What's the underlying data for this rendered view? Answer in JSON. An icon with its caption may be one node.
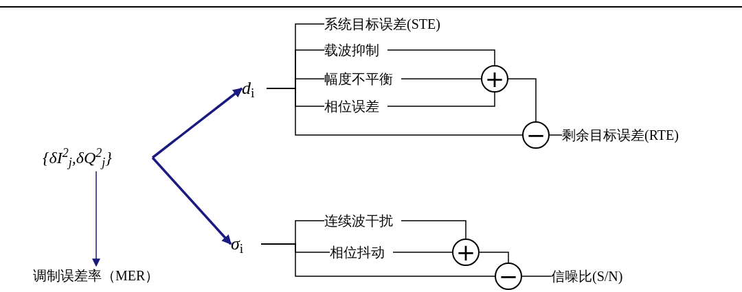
{
  "diagram": {
    "nodes": [
      {
        "text": [
          "{δI$^{2}$$_{j}$,δQ$^{2}$$_{j}$}"
        ]
      },
      {
        "text": [
          "调制误差率（MER）"
        ]
      },
      {
        "text": [
          "*d*$_{i}$"
        ]
      },
      {
        "text": [
          "*σ*$_{i}$"
        ]
      },
      {
        "text": [
          "系统目标误差(STE)"
        ]
      },
      {
        "text": [
          "载波抑制"
        ]
      },
      {
        "text": [
          "幅度不平衡"
        ]
      },
      {
        "text": [
          "相位误差"
        ]
      },
      {
        "text": [
          "+"
        ]
      },
      {
        "text": [
          "−"
        ]
      },
      {
        "text": [
          "剩余目标误差(RTE)"
        ]
      },
      {
        "text": [
          "连续波干扰"
        ]
      },
      {
        "text": [
          "相位抖动"
        ]
      },
      {
        "text": [
          "+"
        ]
      },
      {
        "text": [
          "−"
        ]
      },
      {
        "text": [
          "信噪比(S/N)"
        ]
      }
    ],
    "edges": [
      {
        "from": 0,
        "to": 2,
        "arrow": "to",
        "style": "thick",
        "color": "#1a1a80"
      },
      {
        "from": 0,
        "to": 3,
        "arrow": "to",
        "style": "thick",
        "color": "#1a1a80"
      },
      {
        "from": 0,
        "to": 1,
        "arrow": "to",
        "color": "#1a1a80"
      },
      {
        "from": 2,
        "to": 4,
        "arrow": "none"
      },
      {
        "from": 2,
        "to": 5,
        "arrow": "none"
      },
      {
        "from": 2,
        "to": 6,
        "arrow": "none"
      },
      {
        "from": 2,
        "to": 7,
        "arrow": "none"
      },
      {
        "from": 2,
        "to": 9,
        "arrow": "none"
      },
      {
        "from": 5,
        "to": 8,
        "arrow": "none"
      },
      {
        "from": 6,
        "to": 8,
        "arrow": "none"
      },
      {
        "from": 7,
        "to": 8,
        "arrow": "none"
      },
      {
        "from": 8,
        "to": 9,
        "arrow": "none"
      },
      {
        "from": 9,
        "to": 10,
        "arrow": "none"
      },
      {
        "from": 3,
        "to": 11,
        "arrow": "none"
      },
      {
        "from": 3,
        "to": 12,
        "arrow": "none"
      },
      {
        "from": 3,
        "to": 14,
        "arrow": "none"
      },
      {
        "from": 11,
        "to": 13,
        "arrow": "none"
      },
      {
        "from": 12,
        "to": 13,
        "arrow": "none"
      },
      {
        "from": 13,
        "to": 14,
        "arrow": "none"
      },
      {
        "from": 14,
        "to": 15,
        "arrow": "none"
      }
    ]
  }
}
